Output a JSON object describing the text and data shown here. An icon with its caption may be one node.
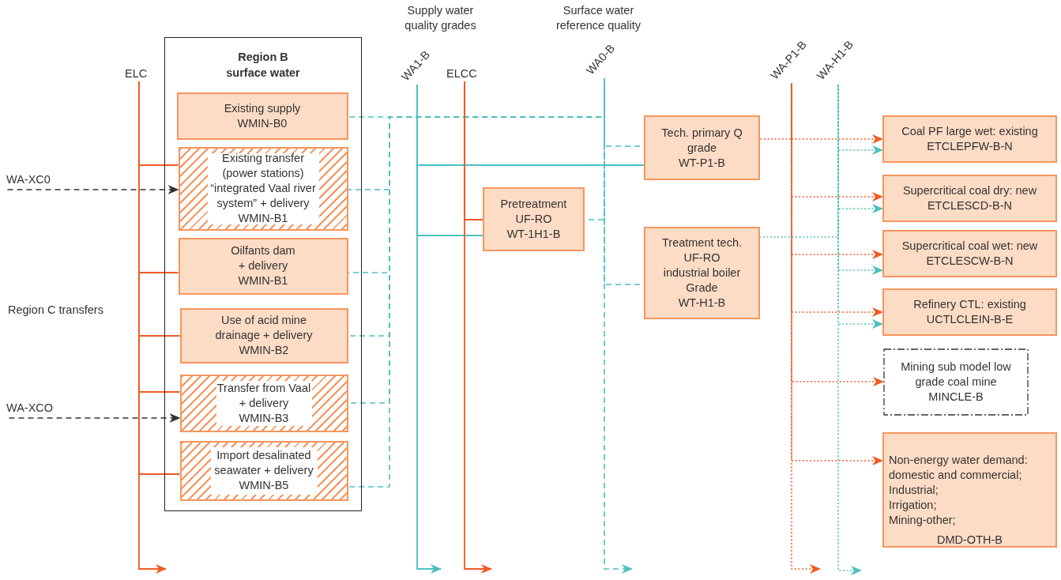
{
  "diagram": {
    "nodes": [
      {
        "text": [
          "Region B surface water"
        ]
      },
      {
        "text": [
          "Existing supply",
          "WMIN-B0"
        ],
        "in": 0
      },
      {
        "text": [
          "Existing transfer (power stations) “integrated Vaal river system” + delivery",
          "WMIN-B1"
        ],
        "in": 0
      },
      {
        "text": [
          "Oilfants dam + delivery",
          "WMIN-B1"
        ],
        "in": 0
      },
      {
        "text": [
          "Use of acid mine drainage + delivery",
          "WMIN-B2"
        ],
        "in": 0
      },
      {
        "text": [
          "Transfer from Vaal + delivery",
          "WMIN-B3"
        ],
        "in": 0
      },
      {
        "text": [
          "Import desalinated seawater + delivery",
          "WMIN-B5"
        ],
        "in": 0
      },
      {
        "text": [
          "ELC"
        ]
      },
      {
        "text": [
          "WA-XC0"
        ]
      },
      {
        "text": [
          "WA-XCO"
        ]
      },
      {
        "text": [
          "WA1-B"
        ]
      },
      {
        "text": [
          "ELCC"
        ]
      },
      {
        "text": [
          "WA0-B"
        ]
      },
      {
        "text": [
          "Pretreatment UF-RO",
          "WT-1H1-B"
        ]
      },
      {
        "text": [
          "Tech. primary Q grade",
          "WT-P1-B"
        ]
      },
      {
        "text": [
          "Treatment tech. UF-RO industrial boiler Grade",
          "WT-H1-B"
        ]
      },
      {
        "text": [
          "WA-P1-B"
        ]
      },
      {
        "text": [
          "WA-H1-B"
        ]
      },
      {
        "text": [
          "Coal PF large wet: existing",
          "ETCLEPFW-B-N"
        ]
      },
      {
        "text": [
          "Supercritical coal dry: new",
          "ETCLESCD-B-N"
        ]
      },
      {
        "text": [
          "Supercritical coal wet: new",
          "ETCLESCW-B-N"
        ]
      },
      {
        "text": [
          "Refinery CTL: existing",
          "UCTLCLEIN-B-E"
        ]
      },
      {
        "text": [
          "Mining sub model low grade coal mine",
          "MINCLE-B"
        ]
      },
      {
        "text": [
          "Non-energy water demand: domestic and commercial;",
          "Industrial;",
          "Irrigation;",
          "Mining-other;",
          "DMD-OTH-B"
        ]
      }
    ],
    "edges": [
      {
        "from": 7,
        "to": 2,
        "arrow": "none",
        "color": "#f15a24"
      },
      {
        "from": 7,
        "to": 3,
        "arrow": "none",
        "color": "#f15a24"
      },
      {
        "from": 7,
        "to": 4,
        "arrow": "none",
        "color": "#f15a24"
      },
      {
        "from": 7,
        "to": 5,
        "arrow": "none",
        "color": "#f15a24"
      },
      {
        "from": 7,
        "to": 6,
        "arrow": "none",
        "color": "#f15a24"
      },
      {
        "from": 7,
        "to": null,
        "arrow": "to",
        "color": "#f15a24"
      },
      {
        "from": 8,
        "to": 2,
        "arrow": "to",
        "style": "dashed",
        "color": "#333333"
      },
      {
        "from": 9,
        "to": 5,
        "arrow": "to",
        "style": "dashed",
        "color": "#333333"
      },
      {
        "from": 1,
        "to": 12,
        "arrow": "none",
        "style": "dashed"
      },
      {
        "from": 2,
        "to": 12,
        "arrow": "none",
        "style": "dashed"
      },
      {
        "from": 3,
        "to": 12,
        "arrow": "none",
        "style": "dashed"
      },
      {
        "from": 4,
        "to": 12,
        "arrow": "none",
        "style": "dashed"
      },
      {
        "from": 5,
        "to": 12,
        "arrow": "none",
        "style": "dashed"
      },
      {
        "from": 6,
        "to": 12,
        "arrow": "none",
        "style": "dashed"
      },
      {
        "from": 12,
        "to": null,
        "arrow": "to",
        "style": "dashed"
      },
      {
        "from": 12,
        "to": 14,
        "arrow": "none",
        "style": "dashed"
      },
      {
        "from": 12,
        "to": 13,
        "arrow": "none",
        "style": "dashed"
      },
      {
        "from": 12,
        "to": 15,
        "arrow": "none",
        "style": "dashed"
      },
      {
        "from": 14,
        "to": 10,
        "arrow": "none"
      },
      {
        "from": 13,
        "to": 10,
        "arrow": "none"
      },
      {
        "from": 10,
        "to": null,
        "arrow": "to"
      },
      {
        "from": 11,
        "to": 13,
        "arrow": "none",
        "color": "#f15a24"
      },
      {
        "from": 11,
        "to": null,
        "arrow": "to",
        "color": "#f15a24"
      },
      {
        "from": 14,
        "to": 16,
        "arrow": "none",
        "style": "dashed",
        "color": "#f15a24"
      },
      {
        "from": 16,
        "to": 18,
        "arrow": "to",
        "style": "dashed",
        "color": "#f15a24"
      },
      {
        "from": 16,
        "to": 19,
        "arrow": "to",
        "style": "dashed",
        "color": "#f15a24"
      },
      {
        "from": 16,
        "to": 20,
        "arrow": "to",
        "style": "dashed",
        "color": "#f15a24"
      },
      {
        "from": 16,
        "to": 21,
        "arrow": "to",
        "style": "dashed",
        "color": "#f15a24"
      },
      {
        "from": 16,
        "to": 22,
        "arrow": "to",
        "style": "dashed",
        "color": "#f15a24"
      },
      {
        "from": 16,
        "to": 23,
        "arrow": "to",
        "style": "dashed",
        "color": "#f15a24"
      },
      {
        "from": 16,
        "to": null,
        "arrow": "to",
        "style": "dashed",
        "color": "#f15a24"
      },
      {
        "from": 15,
        "to": 17,
        "arrow": "none",
        "style": "dashed"
      },
      {
        "from": 17,
        "to": 18,
        "arrow": "to",
        "style": "dashed"
      },
      {
        "from": 17,
        "to": 19,
        "arrow": "to",
        "style": "dashed"
      },
      {
        "from": 17,
        "to": 20,
        "arrow": "to",
        "style": "dashed"
      },
      {
        "from": 17,
        "to": 21,
        "arrow": "to",
        "style": "dashed"
      },
      {
        "from": 17,
        "to": null,
        "arrow": "to",
        "style": "dashed"
      }
    ],
    "labels": [
      "Supply water quality grades",
      "Surface water reference quality",
      "Region C transfers"
    ]
  }
}
